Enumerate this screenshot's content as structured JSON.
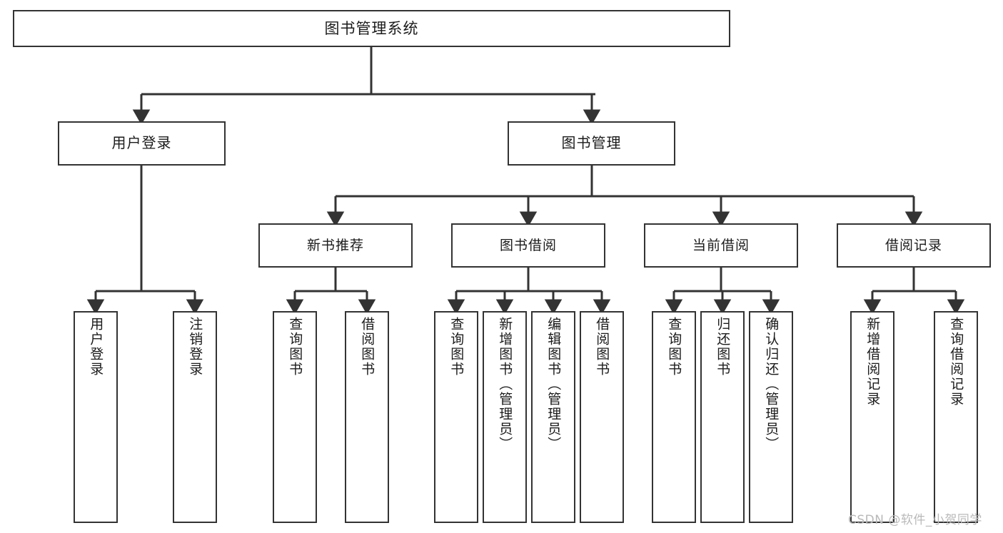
{
  "diagram": {
    "title": "图书管理系统",
    "type": "tree",
    "orientation": "top-down",
    "watermark": "CSDN @软件_小贺同学",
    "colors": {
      "box_border": "#333333",
      "box_fill": "#ffffff",
      "edge": "#333333",
      "text": "#1b1b1b",
      "watermark": "#b9b9b9",
      "background": "#ffffff"
    },
    "nodes": {
      "root": {
        "label": "图书管理系统"
      },
      "level1": [
        {
          "id": "user-login",
          "label": "用户登录"
        },
        {
          "id": "book-manage",
          "label": "图书管理"
        }
      ],
      "level2": [
        {
          "id": "new-book-recommend",
          "label": "新书推荐"
        },
        {
          "id": "book-borrow",
          "label": "图书借阅"
        },
        {
          "id": "current-borrow",
          "label": "当前借阅"
        },
        {
          "id": "borrow-record",
          "label": "借阅记录"
        }
      ],
      "leaves": {
        "user-login": [
          {
            "id": "leaf-user-login",
            "label": "用户登录"
          },
          {
            "id": "leaf-logout",
            "label": "注销登录"
          }
        ],
        "new-book-recommend": [
          {
            "id": "leaf-query-book-1",
            "label": "查询图书"
          },
          {
            "id": "leaf-borrow-book-1",
            "label": "借阅图书"
          }
        ],
        "book-borrow": [
          {
            "id": "leaf-query-book-2",
            "label": "查询图书"
          },
          {
            "id": "leaf-add-book",
            "label": "新增图书（管理员）"
          },
          {
            "id": "leaf-edit-book",
            "label": "编辑图书（管理员）"
          },
          {
            "id": "leaf-borrow-book-2",
            "label": "借阅图书"
          }
        ],
        "current-borrow": [
          {
            "id": "leaf-query-book-3",
            "label": "查询图书"
          },
          {
            "id": "leaf-return-book",
            "label": "归还图书"
          },
          {
            "id": "leaf-confirm-return",
            "label": "确认归还（管理员）"
          }
        ],
        "borrow-record": [
          {
            "id": "leaf-add-record",
            "label": "新增借阅记录"
          },
          {
            "id": "leaf-query-record",
            "label": "查询借阅记录"
          }
        ]
      }
    }
  }
}
